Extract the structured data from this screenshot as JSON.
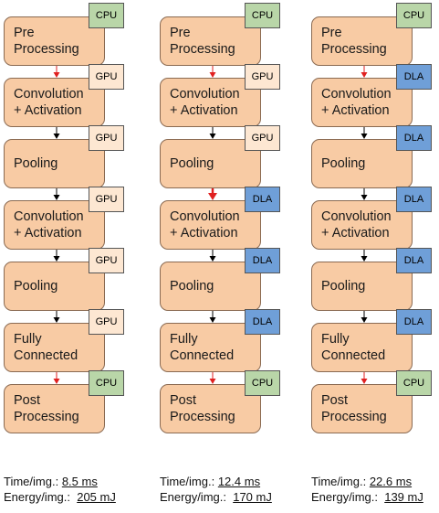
{
  "columns": [
    {
      "nodes": [
        {
          "label": "Pre\nProcessing",
          "device": "CPU"
        },
        {
          "label": "Convolution\n+ Activation",
          "device": "GPU"
        },
        {
          "label": "Pooling",
          "device": "GPU"
        },
        {
          "label": "Convolution\n+ Activation",
          "device": "GPU"
        },
        {
          "label": "Pooling",
          "device": "GPU"
        },
        {
          "label": "Fully\nConnected",
          "device": "GPU"
        },
        {
          "label": "Post\nProcessing",
          "device": "CPU"
        }
      ],
      "arrows": [
        "red",
        "black",
        "black",
        "black",
        "black",
        "red"
      ],
      "time_label": "Time/img.:",
      "time_value": "8.5 ms",
      "energy_label": "Energy/img.:",
      "energy_value": "205 mJ"
    },
    {
      "nodes": [
        {
          "label": "Pre\nProcessing",
          "device": "CPU"
        },
        {
          "label": "Convolution\n+ Activation",
          "device": "GPU"
        },
        {
          "label": "Pooling",
          "device": "GPU"
        },
        {
          "label": "Convolution\n+ Activation",
          "device": "DLA"
        },
        {
          "label": "Pooling",
          "device": "DLA"
        },
        {
          "label": "Fully\nConnected",
          "device": "DLA"
        },
        {
          "label": "Post\nProcessing",
          "device": "CPU"
        }
      ],
      "arrows": [
        "red",
        "black",
        "red-bold",
        "black",
        "black",
        "red"
      ],
      "time_label": "Time/img.:",
      "time_value": "12.4 ms",
      "energy_label": "Energy/img.:",
      "energy_value": "170 mJ"
    },
    {
      "nodes": [
        {
          "label": "Pre\nProcessing",
          "device": "CPU"
        },
        {
          "label": "Convolution\n+ Activation",
          "device": "DLA"
        },
        {
          "label": "Pooling",
          "device": "DLA"
        },
        {
          "label": "Convolution\n+ Activation",
          "device": "DLA"
        },
        {
          "label": "Pooling",
          "device": "DLA"
        },
        {
          "label": "Fully\nConnected",
          "device": "DLA"
        },
        {
          "label": "Post\nProcessing",
          "device": "CPU"
        }
      ],
      "arrows": [
        "red",
        "black",
        "black",
        "black",
        "black",
        "red"
      ],
      "time_label": "Time/img.:",
      "time_value": "22.6 ms",
      "energy_label": "Energy/img.:",
      "energy_value": "139 mJ"
    }
  ],
  "colors": {
    "node_fill": "#f8cba4",
    "cpu": "#b9d6a8",
    "gpu": "#fde7d2",
    "dla": "#6f9fd8",
    "arrow_red": "#e02020",
    "arrow_black": "#000000"
  }
}
